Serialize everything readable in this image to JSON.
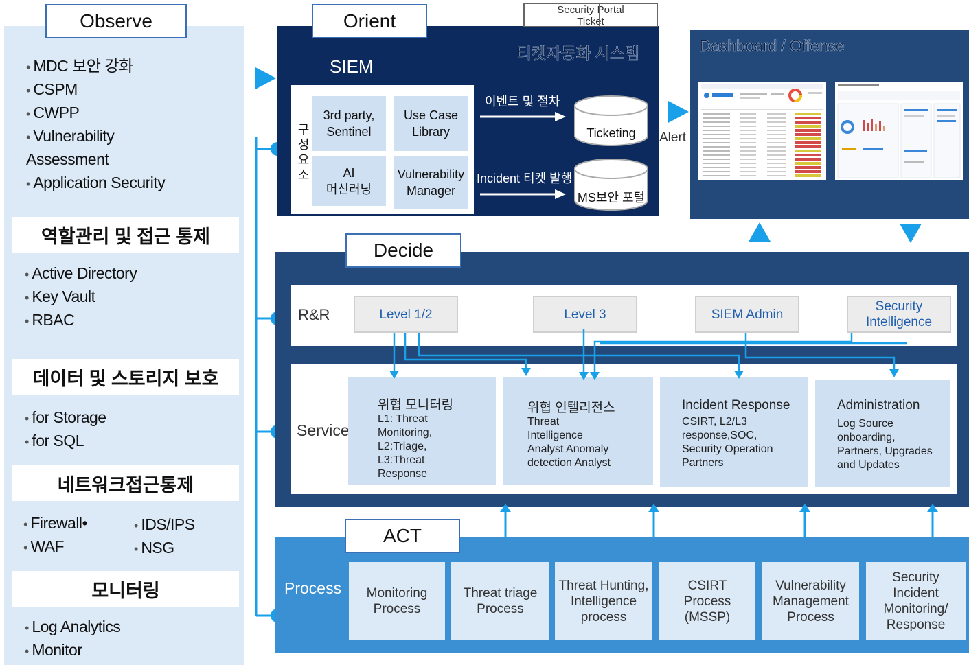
{
  "observe": {
    "title": "Observe",
    "items": [
      "MDC 보안 강화",
      "CSPM",
      "CWPP",
      "Vulnerability",
      "Assessment",
      "Application Security"
    ],
    "access": {
      "title": "역할관리 및 접근 통제",
      "items": [
        "Active Directory",
        "Key Vault",
        "RBAC"
      ]
    },
    "data_protection": {
      "title": "데이터 및 스토리지 보호",
      "items": [
        "for Storage",
        "for SQL"
      ]
    },
    "network": {
      "title": "네트워크접근통제",
      "left": [
        "Firewall•",
        "WAF"
      ],
      "right": [
        "IDS/IPS",
        "NSG"
      ]
    },
    "monitoring": {
      "title": "모니터링",
      "items": [
        "Log Analytics",
        "Monitor"
      ]
    }
  },
  "orient": {
    "title": "Orient",
    "siem": "SIEM",
    "ticket_system": "티켓자동화 시스템",
    "portal_label_1": "Security Portal",
    "portal_label_2": "Ticket",
    "components_label": [
      "구",
      "성",
      "요",
      "소"
    ],
    "cells": [
      [
        "3rd party,",
        "Sentinel"
      ],
      [
        "Use Case",
        "Library"
      ],
      [
        "AI",
        "머신러닝"
      ],
      [
        "Vulnerability",
        "Manager"
      ]
    ],
    "flow1": "이벤트 및 절차",
    "flow2": "Incident 티켓 발행",
    "db1": "Ticketing",
    "db2": "MS보안 포털",
    "alert": "Alert"
  },
  "dashboard": {
    "title": "Dashboard / Offense"
  },
  "decide": {
    "title": "Decide",
    "rr_label": "R&R",
    "service_label": "Service",
    "levels": [
      [
        "Level 1/2"
      ],
      [
        "Level 3"
      ],
      [
        "SIEM Admin"
      ],
      [
        "Security",
        "Intelligence"
      ]
    ],
    "services": [
      {
        "title": "위협 모니터링",
        "body": [
          "L1: Threat",
          "Monitoring,",
          "L2:Triage,",
          "L3:Threat",
          "Response"
        ]
      },
      {
        "title": "위협 인텔리전스",
        "body": [
          "Threat",
          "Intelligence",
          "Analyst Anomaly",
          "detection Analyst"
        ]
      },
      {
        "title": "Incident Response",
        "body": [
          "CSIRT, L2/L3",
          "response,SOC,",
          "Security Operation",
          "Partners"
        ]
      },
      {
        "title": "Administration",
        "body": [
          "Log Source",
          "onboarding,",
          "Partners, Upgrades",
          "and Updates"
        ]
      }
    ]
  },
  "act": {
    "title": "ACT",
    "process_label": "Process",
    "processes": [
      [
        "Monitoring",
        "Process"
      ],
      [
        "Threat triage",
        "Process"
      ],
      [
        "Threat Hunting,",
        "Intelligence",
        "process"
      ],
      [
        "CSIRT",
        "Process",
        "(MSSP)"
      ],
      [
        "Vulnerability",
        "Management",
        "Process"
      ],
      [
        "Security",
        "Incident",
        "Monitoring/",
        "Response"
      ]
    ]
  },
  "colors": {
    "accent": "#1aa0e8",
    "navy": "#0d2a5e",
    "panel": "#23497a",
    "act": "#3b8fd3",
    "light": "#dce9f7"
  }
}
